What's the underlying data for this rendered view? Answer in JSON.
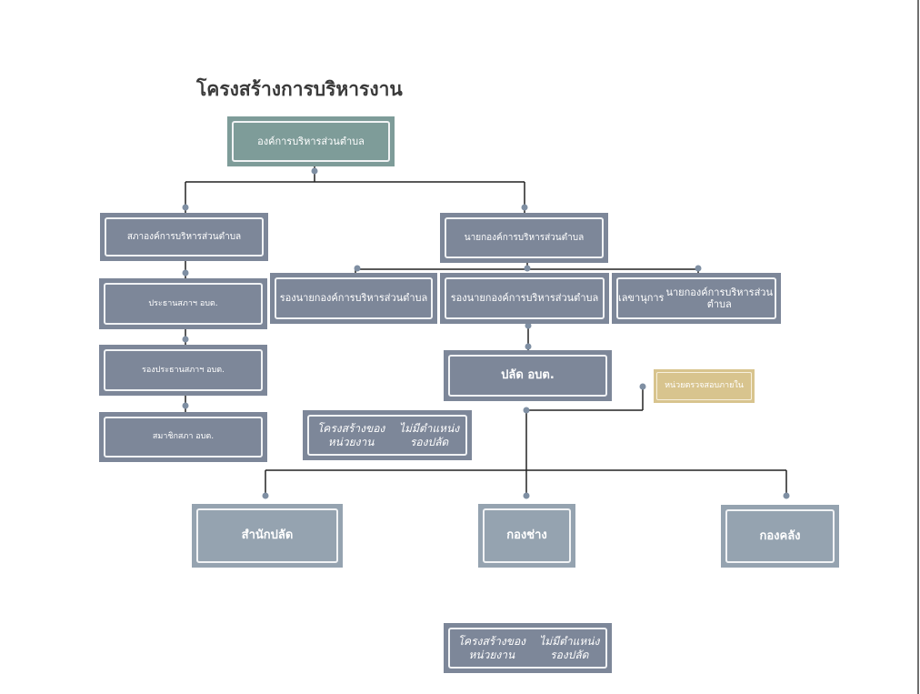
{
  "title": "โครงสร้างการบริหารงาน",
  "boxes": {
    "sao": "องค์การบริหารส่วนตำบล",
    "council": "สภาองค์การบริหารส่วนตำบล",
    "council_chair": "ประธานสภาฯ อบต.",
    "council_vice_chair": "รองประธานสภาฯ อบต.",
    "council_member": "สมาชิกสภา อบต.",
    "mayor": "นายกองค์การบริหารส่วนตำบล",
    "deputy_mayor_1": "รองนายกองค์การบริหารส่วนตำบล",
    "deputy_mayor_2": "รองนายกองค์การบริหารส่วนตำบล",
    "secretary_line1": "เลขานุการ",
    "secretary_line2": "นายกองค์การบริหารส่วนตำบล",
    "palad": "ปลัด อบต.",
    "internal_audit": "หน่วยตรวจสอบภายใน",
    "office_palad": "สำนักปลัด",
    "engineering": "กองช่าง",
    "finance": "กองคลัง"
  },
  "notes": {
    "note1_line1": "โครงสร้างของหน่วยงาน",
    "note1_line2": "ไม่มีตำแหน่งรองปลัด",
    "note2_line1": "โครงสร้างของหน่วยงาน",
    "note2_line2": "ไม่มีตำแหน่งรองปลัด"
  },
  "colors": {
    "box_dark": "#7d8799",
    "box_light": "#95a3b0",
    "box_teal": "#7e9c99",
    "box_gold": "#d8c48e",
    "connector": "#222222",
    "dot": "#7f8fa3"
  }
}
